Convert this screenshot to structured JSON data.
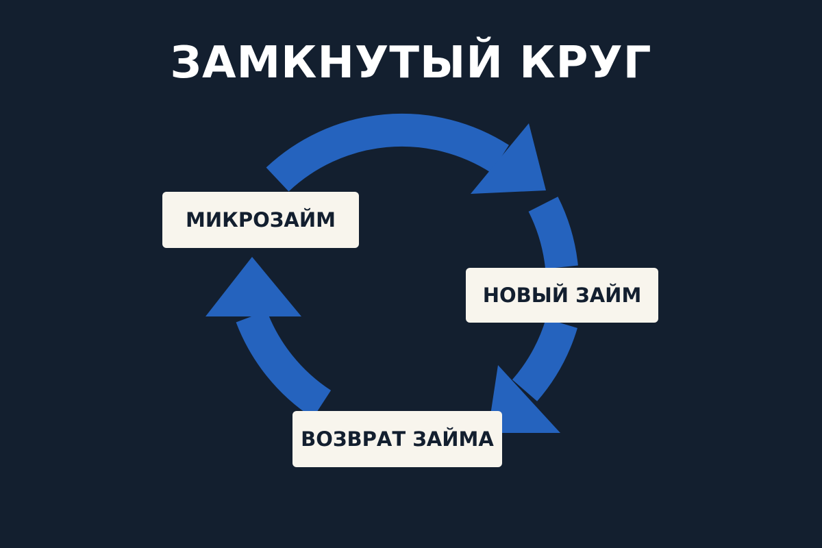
{
  "title": "ЗАМКНУТЫЙ КРУГ",
  "nodes": [
    {
      "label": "МИКРОЗАЙМ"
    },
    {
      "label": "НОВЫЙ ЗАЙМ"
    },
    {
      "label": "ВОЗВРАТ ЗАЙМА"
    }
  ],
  "colors": {
    "background": "#131f2f",
    "arrow": "#2563be",
    "node_fill": "#f8f5ed",
    "node_text": "#131f2f",
    "title_text": "#ffffff"
  },
  "icons": {
    "cycle": "circular-arrows-icon"
  }
}
